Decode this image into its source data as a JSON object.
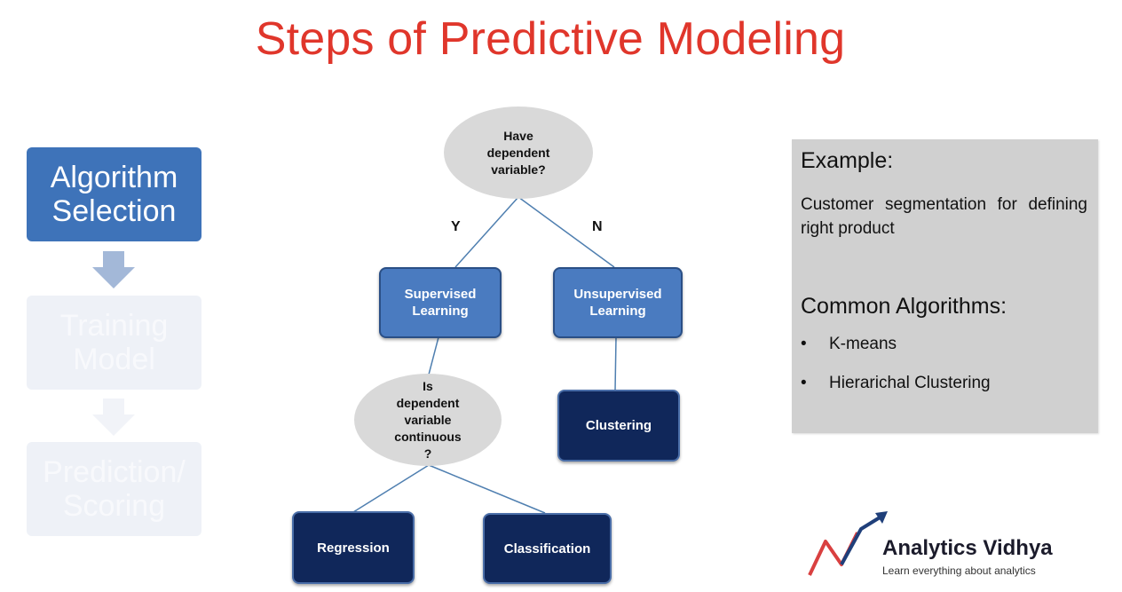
{
  "title": "Steps of Predictive Modeling",
  "steps": [
    {
      "line1": "Algorithm",
      "line2": "Selection"
    },
    {
      "line1": "Training",
      "line2": "Model"
    },
    {
      "line1": "Prediction/",
      "line2": "Scoring"
    }
  ],
  "diagram": {
    "root_question": [
      "Have",
      "dependent",
      "variable?"
    ],
    "yes_label": "Y",
    "no_label": "N",
    "supervised": [
      "Supervised",
      "Learning"
    ],
    "unsupervised": [
      "Unsupervised",
      "Learning"
    ],
    "continuous_question": [
      "Is",
      "dependent",
      "variable",
      "continuous",
      "?"
    ],
    "clustering": "Clustering",
    "regression": "Regression",
    "classification": "Classification"
  },
  "example_panel": {
    "heading": "Example:",
    "text": "Customer segmentation for defining right product",
    "algorithms_heading": "Common Algorithms:",
    "algorithms": [
      "K-means",
      "Hierarichal Clustering"
    ]
  },
  "logo": {
    "name": "Analytics Vidhya",
    "tagline": "Learn everything about analytics"
  },
  "colors": {
    "title": "#e0362b",
    "active_step": "#3e73b9",
    "mid_box": "#4a7bc0",
    "dark_box": "#10275a",
    "oval": "#d9d9d9",
    "panel": "#d0d0d0"
  }
}
